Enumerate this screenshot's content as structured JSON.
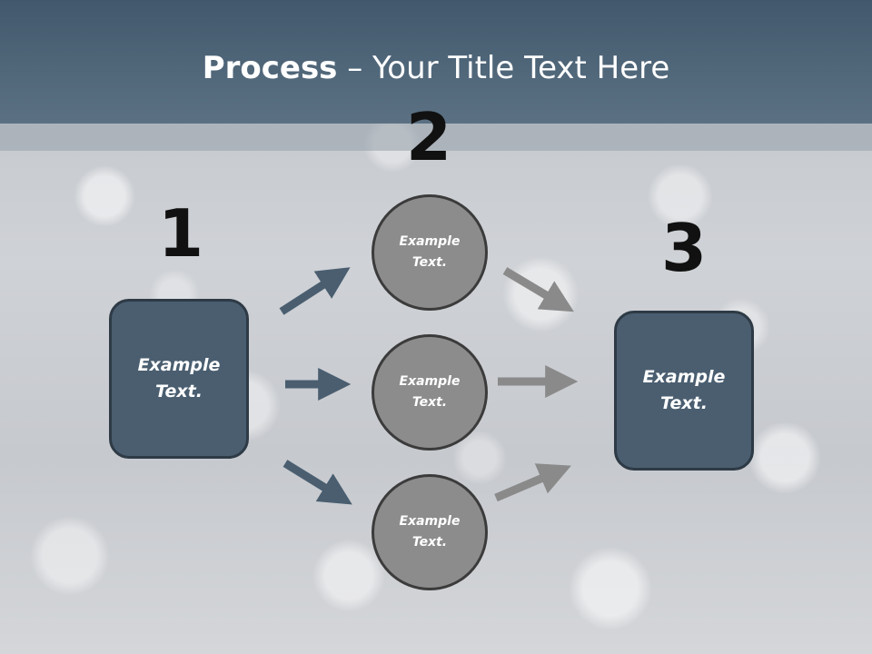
{
  "title": {
    "bold": "Process",
    "rest": " – Your Title Text Here"
  },
  "steps": {
    "one": "1",
    "two": "2",
    "three": "3"
  },
  "nodes": {
    "start": "Example\nText.",
    "middle_top": "Example\nText.",
    "middle_center": "Example\nText.",
    "middle_bottom": "Example\nText.",
    "end": "Example\nText."
  },
  "colors": {
    "header": "#4c6376",
    "box_fill": "#4a5e70",
    "circle_fill": "#8c8c8c",
    "dark_arrow": "#4a5e70",
    "light_arrow": "#8a8a8a"
  }
}
